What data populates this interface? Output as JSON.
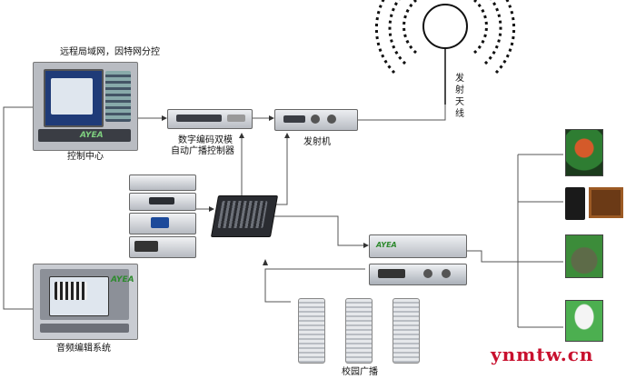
{
  "labels": {
    "remote": "远程局域网，因特网分控",
    "control_center": "控制中心",
    "audio_edit": "音频编辑系统",
    "controller_line1": "数字编码双模",
    "controller_line2": "自动广播控制器",
    "transmitter": "发射机",
    "antenna": "发射天线",
    "campus": "校园广播"
  },
  "brand": {
    "logo": "AYEA",
    "logo_small": "AYEA"
  },
  "watermark": "ynmtw.cn",
  "colors": {
    "wire": "#555555",
    "rack_dark": "#4a4f5a",
    "rack_silver": "#c9ccd2",
    "screen": "#dfe6ee",
    "logo_green": "#2f8a2f",
    "watermark": "#c8102e"
  }
}
